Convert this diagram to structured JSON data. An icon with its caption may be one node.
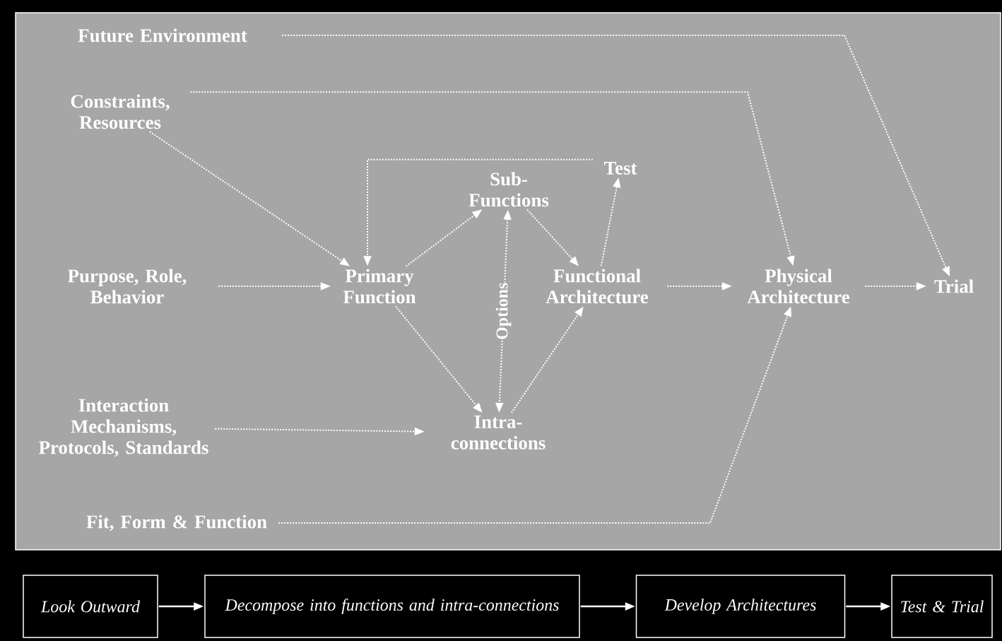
{
  "diagram": {
    "nodes": [
      {
        "text": [
          "Future Environment"
        ]
      },
      {
        "text": [
          "Constraints, Resources"
        ]
      },
      {
        "text": [
          "Purpose, Role, Behavior"
        ]
      },
      {
        "text": [
          "Primary Function"
        ]
      },
      {
        "text": [
          "Sub- Functions"
        ]
      },
      {
        "text": [
          "Test"
        ]
      },
      {
        "text": [
          "Functional Architecture"
        ]
      },
      {
        "text": [
          "Physical Architecture"
        ]
      },
      {
        "text": [
          "Trial"
        ]
      },
      {
        "text": [
          "Interaction Mechanisms, Protocols, Standards"
        ]
      },
      {
        "text": [
          "Intra- connections"
        ]
      },
      {
        "text": [
          "Fit, Form & Function"
        ]
      },
      {
        "text": [
          "Look Outward"
        ]
      },
      {
        "text": [
          "Decompose into functions and intra-connections"
        ]
      },
      {
        "text": [
          "Develop Architectures"
        ]
      },
      {
        "text": [
          "Test & Trial"
        ]
      }
    ],
    "edges": [
      {
        "from": 0,
        "to": 8,
        "arrow": "to",
        "style": "dashed"
      },
      {
        "from": 1,
        "to": 7,
        "arrow": "to",
        "style": "dashed"
      },
      {
        "from": 1,
        "to": 3,
        "arrow": "to",
        "style": "dashed"
      },
      {
        "from": 2,
        "to": 3,
        "arrow": "to",
        "style": "dashed"
      },
      {
        "from": 6,
        "to": 5,
        "arrow": "to",
        "style": "dashed"
      },
      {
        "from": 5,
        "to": 3,
        "arrow": "to",
        "style": "dashed"
      },
      {
        "from": 3,
        "to": 4,
        "arrow": "to",
        "style": "dashed"
      },
      {
        "from": 4,
        "to": 6,
        "arrow": "to",
        "style": "dashed"
      },
      {
        "from": 4,
        "to": 10,
        "arrow": "both",
        "style": "dashed",
        "label": "Options"
      },
      {
        "from": 3,
        "to": 10,
        "arrow": "to",
        "style": "dashed"
      },
      {
        "from": 10,
        "to": 6,
        "arrow": "to",
        "style": "dashed"
      },
      {
        "from": 9,
        "to": 10,
        "arrow": "to",
        "style": "dashed"
      },
      {
        "from": 11,
        "to": 7,
        "arrow": "to",
        "style": "dashed"
      },
      {
        "from": 6,
        "to": 7,
        "arrow": "to",
        "style": "dashed"
      },
      {
        "from": 7,
        "to": 8,
        "arrow": "to",
        "style": "dashed"
      },
      {
        "from": 12,
        "to": 13,
        "arrow": "to"
      },
      {
        "from": 13,
        "to": 14,
        "arrow": "to"
      },
      {
        "from": 14,
        "to": 15,
        "arrow": "to"
      }
    ]
  }
}
